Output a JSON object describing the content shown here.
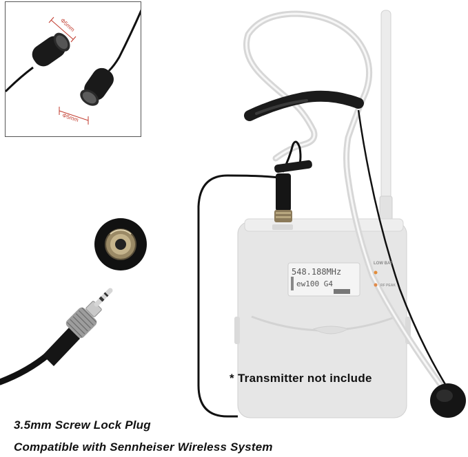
{
  "inset": {
    "dimension_label_top": "Φ5mm",
    "dimension_label_bottom": "Φ5mm"
  },
  "transmitter_display": {
    "line1": "548.188MHz",
    "line2": "ew100 G4",
    "label_low_bat": "LOW BAT",
    "label_rf": "RF PEAK"
  },
  "note": "* Transmitter not include",
  "captions": {
    "plug": "3.5mm Screw Lock Plug",
    "compat": "Compatible with Sennheiser Wireless System"
  },
  "colors": {
    "cable": "#111111",
    "frame": "#dcdcdc",
    "transmitter": "#e6e6e6",
    "foam": "#1a1a1a"
  }
}
